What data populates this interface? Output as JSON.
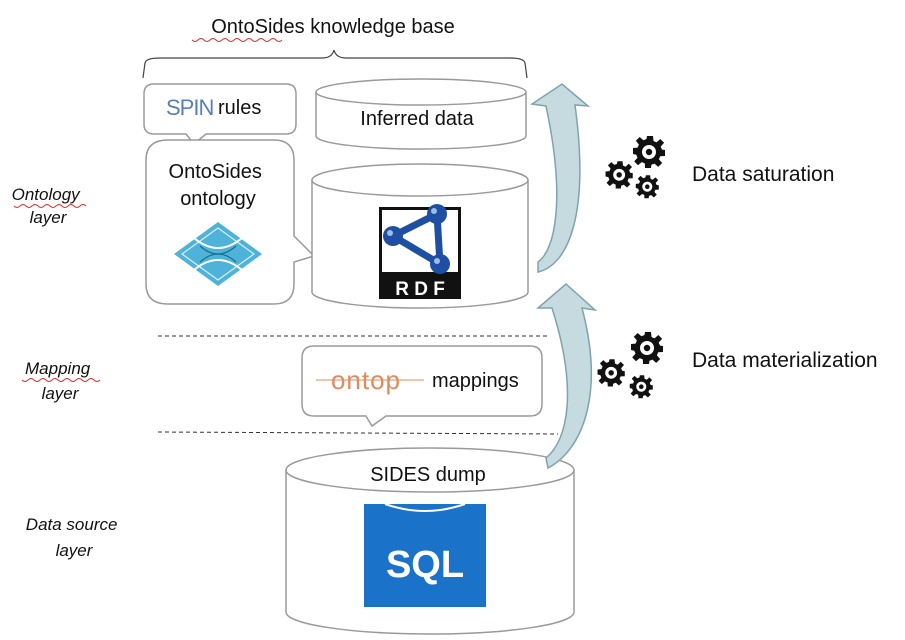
{
  "title": "OntoSides knowledge base",
  "layers": {
    "ontology": [
      "Ontology",
      "layer"
    ],
    "mapping": [
      "Mapping",
      "layer"
    ],
    "source": [
      "Data source",
      "layer"
    ]
  },
  "callouts": {
    "spin_logo": "SPIN",
    "spin_rules": "rules",
    "ontology": [
      "OntoSides",
      "ontology"
    ],
    "ontop_logo": "ontop",
    "ontop_mappings": "mappings"
  },
  "cylinders": {
    "inferred": "Inferred data",
    "dump": "SIDES dump"
  },
  "logos": {
    "rdf": "R D F",
    "sql": "SQL"
  },
  "processes": {
    "saturation": "Data saturation",
    "materialization": "Data materialization"
  },
  "colors": {
    "stroke": "#8a8a8a",
    "arrow_fill": "#c5dbe0",
    "arrow_stroke": "#7fa3ad",
    "rdf_blue": "#1f4fa3",
    "sql_blue": "#1a72c9",
    "ontop_orange": "#e08a5e",
    "ontology_icon": "#4fb3d9",
    "spin_blue": "#5a7fb8",
    "gear": "#111111",
    "spell_underline": "#d9302c"
  }
}
